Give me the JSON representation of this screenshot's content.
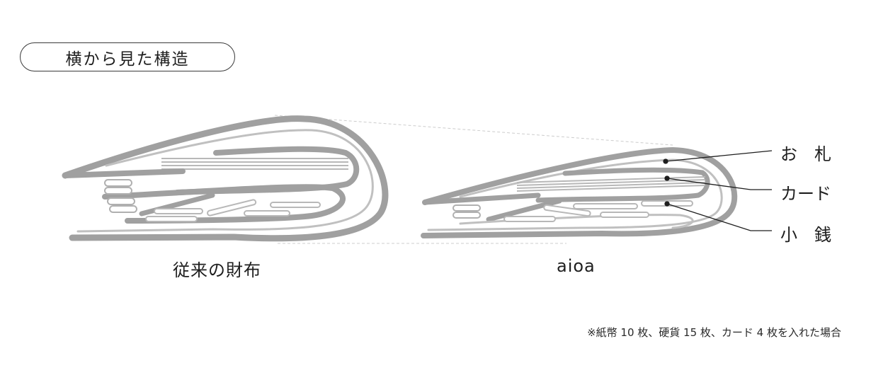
{
  "section_title": "横から見た構造",
  "captions": {
    "conventional": "従来の財布",
    "aioa": "aioa"
  },
  "callouts": {
    "bills": "お　札",
    "cards": "カード",
    "coins": "小　銭"
  },
  "footnote": "※紙幣 10 枚、硬貨 15 枚、カード 4 枚を入れた場合",
  "colors": {
    "shell": "#a0a0a0",
    "inner": "#b8b8b8",
    "guide": "#cccccc",
    "leader": "#1e1e1e"
  }
}
